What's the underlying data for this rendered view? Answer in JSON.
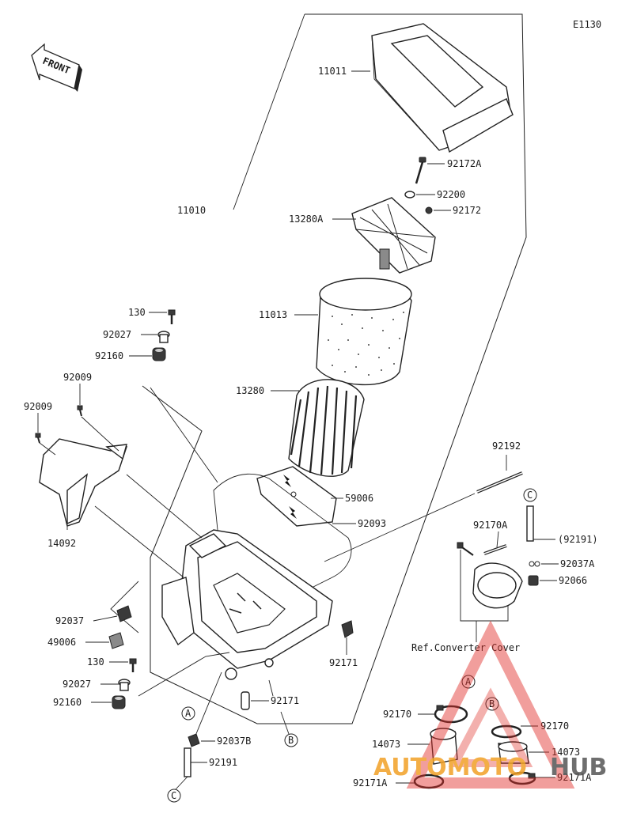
{
  "diagram_code": "E1130",
  "front_label": "FRONT",
  "ref_note": "Ref.Converter Cover",
  "circle_markers": {
    "a": "A",
    "b": "B",
    "c": "C"
  },
  "parts": {
    "p11011": "11011",
    "p92172A": "92172A",
    "p92200": "92200",
    "p11010": "11010",
    "p13280A": "13280A",
    "p92172": "92172",
    "p130_top": "130",
    "p11013": "11013",
    "p92027_top": "92027",
    "p92160_top": "92160",
    "p92009_a": "92009",
    "p92009_b": "92009",
    "p13280": "13280",
    "p92192": "92192",
    "p59006": "59006",
    "p92093": "92093",
    "p14092": "14092",
    "p92170A": "92170A",
    "p92191_paren": "(92191)",
    "p92037A": "92037A",
    "p92066": "92066",
    "p92037": "92037",
    "p49006": "49006",
    "p130_bottom": "130",
    "p92171_right": "92171",
    "p92027_bottom": "92027",
    "p92171_mid": "92171",
    "p92160_bottom": "92160",
    "p92170_left": "92170",
    "p92170_right": "92170",
    "p92037B": "92037B",
    "p14073_left": "14073",
    "p14073_right": "14073",
    "p92191": "92191",
    "p92171A_left": "92171A",
    "p92171A_right": "92171A"
  },
  "watermark": {
    "part1": "AUTOMOTO",
    "part2": "HUB",
    "color_red": "#e0302a",
    "color_orange": "#f2a126"
  }
}
